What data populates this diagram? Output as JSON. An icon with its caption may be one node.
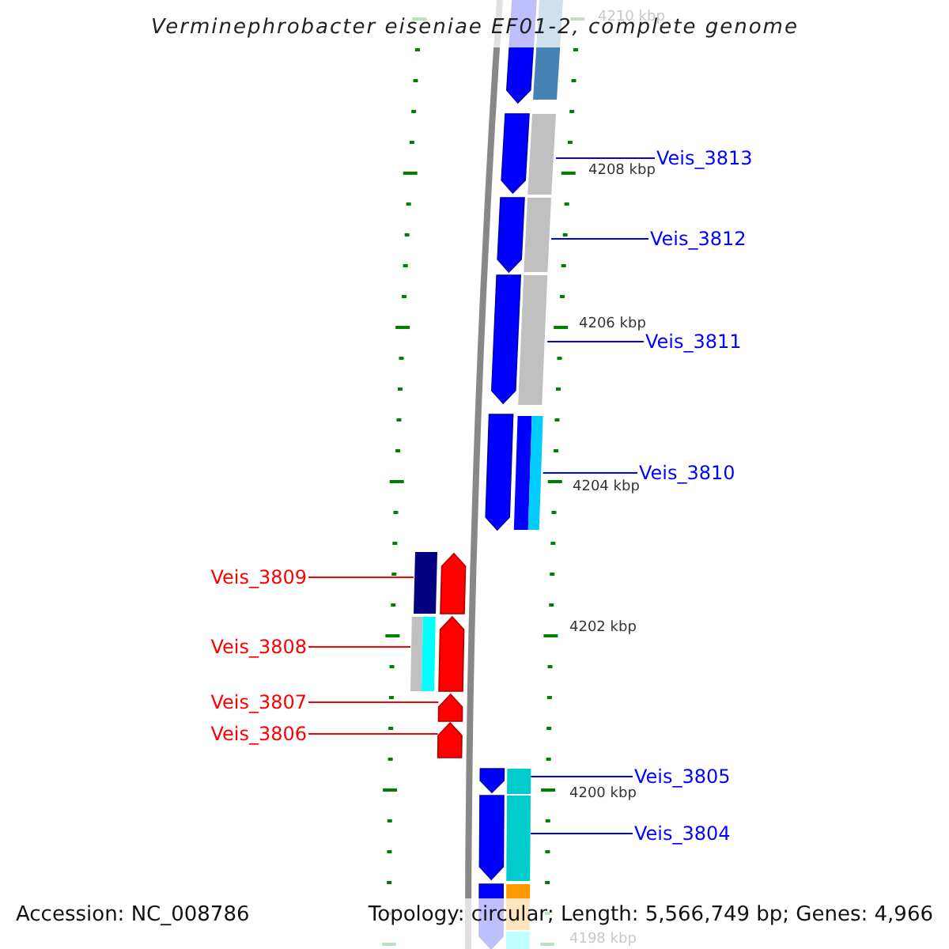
{
  "diagram": {
    "title": "Verminephrobacter eiseniae EF01-2, complete genome",
    "nodes": [
      {
        "text": [],
        "shape": "bar"
      },
      {
        "text": [],
        "shape": "bar"
      },
      {
        "text": [
          "Veis_3813"
        ]
      },
      {
        "text": [],
        "shape": "bar"
      },
      {
        "text": [
          "Veis_3812"
        ]
      },
      {
        "text": [],
        "shape": "bar"
      },
      {
        "text": [
          "Veis_3811"
        ]
      },
      {
        "text": [],
        "shape": "bar"
      },
      {
        "text": [
          "Veis_3810"
        ]
      },
      {
        "text": [
          "Veis_3809"
        ]
      },
      {
        "text": [],
        "shape": "bar"
      },
      {
        "text": [
          "Veis_3808"
        ]
      },
      {
        "text": [],
        "shape": "bar"
      },
      {
        "text": [
          "Veis_3807"
        ]
      },
      {
        "text": [],
        "shape": "bar"
      },
      {
        "text": [
          "Veis_3806"
        ]
      },
      {
        "text": [],
        "shape": "bar"
      },
      {
        "text": [],
        "shape": "bar"
      },
      {
        "text": [
          "Veis_3805"
        ]
      },
      {
        "text": [],
        "shape": "bar"
      },
      {
        "text": [
          "Veis_3804"
        ]
      },
      {
        "text": [],
        "shape": "bar"
      }
    ],
    "edges": [
      {
        "from": 2,
        "to": 1,
        "arrow": "none"
      },
      {
        "from": 4,
        "to": 3,
        "arrow": "none"
      },
      {
        "from": 6,
        "to": 5,
        "arrow": "none"
      },
      {
        "from": 8,
        "to": 7,
        "arrow": "none"
      },
      {
        "from": 9,
        "to": 10,
        "arrow": "none",
        "color": "#ff0000"
      },
      {
        "from": 11,
        "to": 12,
        "arrow": "none",
        "color": "#ff0000"
      },
      {
        "from": 13,
        "to": 14,
        "arrow": "none",
        "color": "#ff0000"
      },
      {
        "from": 15,
        "to": 16,
        "arrow": "none",
        "color": "#ff0000"
      },
      {
        "from": 18,
        "to": 17,
        "arrow": "none"
      },
      {
        "from": 20,
        "to": 19,
        "arrow": "none"
      }
    ],
    "labels": [
      "4210 kbp",
      "4208 kbp",
      "4206 kbp",
      "4204 kbp",
      "4202 kbp",
      "4200 kbp",
      "4198 kbp",
      "Accession: NC_008786",
      "Topology: circular; Length: 5,566,749 bp; Genes: 4,966"
    ]
  }
}
